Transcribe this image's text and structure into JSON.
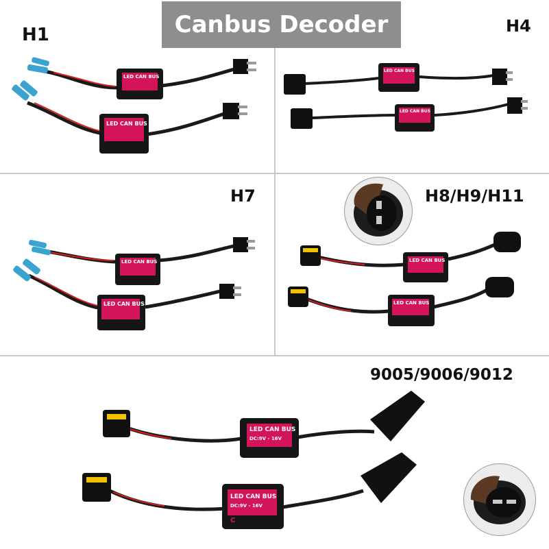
{
  "title": "Canbus Decoder",
  "panels": {
    "h1": "H1",
    "h4": "H4",
    "h7": "H7",
    "h8": "H8/H9/H11",
    "p9005": "9005/9006/9012"
  },
  "decoder_box": {
    "line1": "LED CAN BUS",
    "line2": "DC:9V - 16V",
    "badge": "C"
  },
  "colors": {
    "banner": "#8e8e8e",
    "box_label": "#d4145a",
    "terminal": "#3aa3d0",
    "wire": "#1a1a1a",
    "red_wire": "#d42020"
  }
}
